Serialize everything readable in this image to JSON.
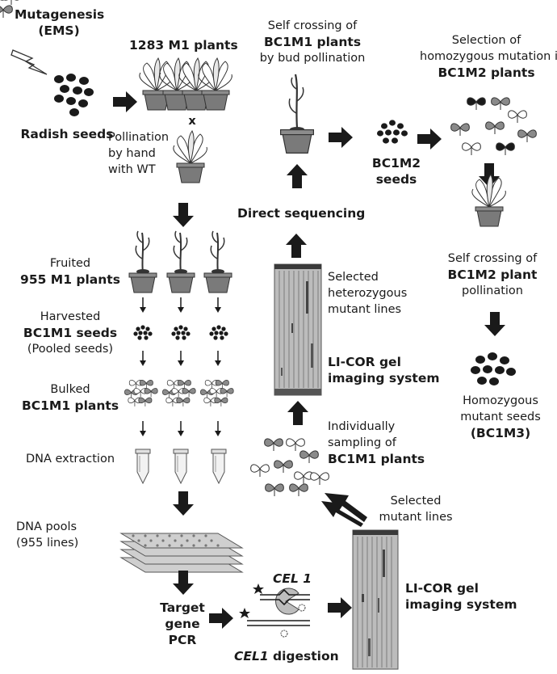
{
  "labels": {
    "mutagenesis": [
      "Mutagenesis",
      "(EMS)"
    ],
    "radish_seeds": "Radish seeds",
    "m1_plants": "1283  M1 plants",
    "cross_x": "x",
    "pollination_hand": [
      "Pollination",
      "by hand",
      "with WT"
    ],
    "self_cross_bc1m1": [
      "Self  crossing of",
      "BC1M1 plants",
      "by bud pollination"
    ],
    "bc1m2_seeds": [
      "BC1M2",
      "seeds"
    ],
    "selection_homozygous": [
      "Selection of",
      "homozygous mutation in",
      "BC1M2 plants"
    ],
    "direct_sequencing": "Direct sequencing",
    "fruited": [
      "Fruited",
      "955 M1 plants"
    ],
    "harvested": [
      "Harvested",
      "BC1M1 seeds",
      "(Pooled seeds)"
    ],
    "bulked": [
      "Bulked",
      "BC1M1 plants"
    ],
    "dna_extraction": "DNA extraction",
    "selected_heterozygous": [
      "Selected",
      "heterozygous",
      "mutant lines"
    ],
    "licor_gel_1": [
      "LI-COR gel",
      "imaging system"
    ],
    "individually_sampling": [
      "Individually",
      "sampling of",
      "BC1M1 plants"
    ],
    "self_cross_bc1m2": [
      "Self crossing of",
      "BC1M2 plant",
      "pollination"
    ],
    "homozygous_seeds": [
      "Homozygous",
      "mutant  seeds",
      "(BC1M3)"
    ],
    "selected_mutant_lines": [
      "Selected",
      "mutant lines"
    ],
    "dna_pools": [
      "DNA pools",
      "(955 lines)"
    ],
    "cel1": "CEL 1",
    "target_gene_pcr": [
      "Target",
      "gene",
      "PCR"
    ],
    "cel1_digestion": [
      "CEL1",
      " digestion"
    ],
    "licor_gel_2": [
      "LI-COR gel",
      "imaging system"
    ]
  },
  "colors": {
    "arrow": "#1a1a1a",
    "seed": "#1a1a1a",
    "pot": "#7a7a7a",
    "gel_bg": "#bdbdbd",
    "gel_band": "#3a3a3a",
    "leaf_grey": "#8a8a8a"
  }
}
